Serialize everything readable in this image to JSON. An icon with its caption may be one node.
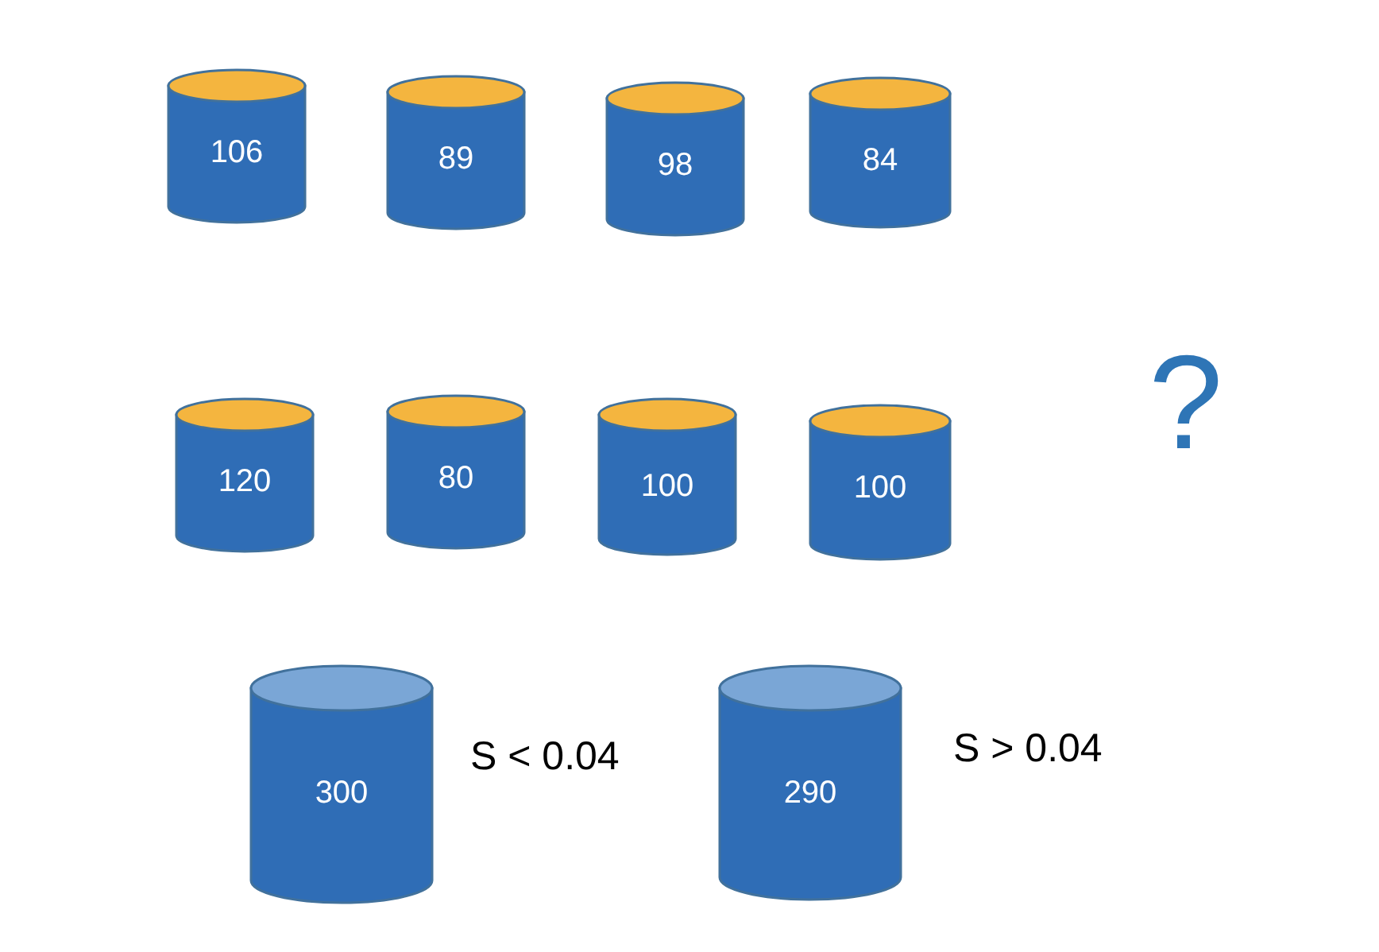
{
  "diagram": {
    "nodes": [
      {
        "text": [
          "106"
        ]
      },
      {
        "text": [
          "89"
        ]
      },
      {
        "text": [
          "98"
        ]
      },
      {
        "text": [
          "84"
        ]
      },
      {
        "text": [
          "120"
        ]
      },
      {
        "text": [
          "80"
        ]
      },
      {
        "text": [
          "100"
        ]
      },
      {
        "text": [
          "100"
        ]
      },
      {
        "text": [
          "300"
        ],
        "beside": [
          "S < 0.04"
        ]
      },
      {
        "text": [
          "290"
        ],
        "beside": [
          "S > 0.04"
        ]
      }
    ],
    "labels": [
      "?"
    ]
  }
}
